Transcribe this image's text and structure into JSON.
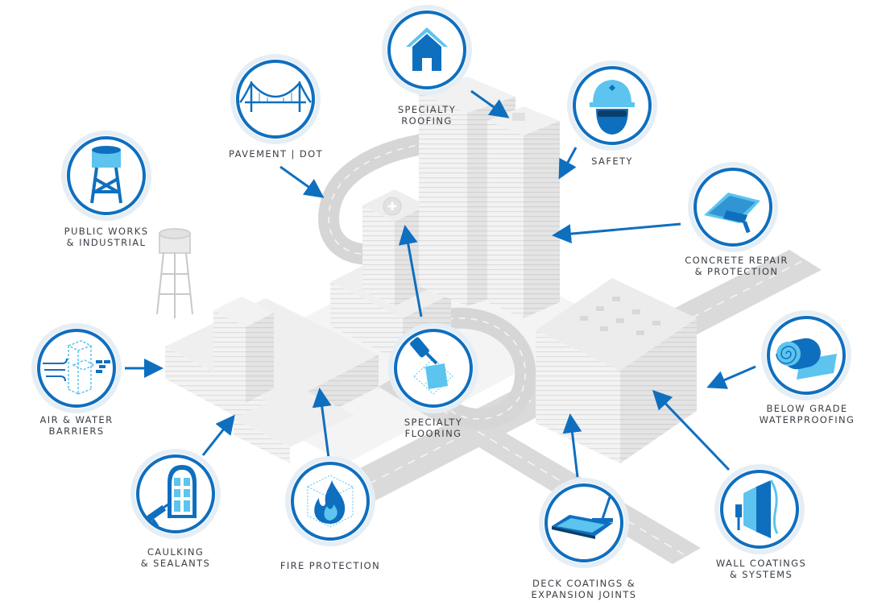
{
  "colors": {
    "accent": "#0f6fbf",
    "light_accent": "#5cc4ee",
    "ring": "#e6eef5",
    "building": "#e9e9e9",
    "road": "#dcdcdc",
    "label": "#3a3f45"
  },
  "categories": [
    {
      "id": "specialty-roofing",
      "icon": "house-icon",
      "lines": [
        "SPECIALTY",
        "ROOFING"
      ]
    },
    {
      "id": "pavement-dot",
      "icon": "bridge-icon",
      "lines": [
        "PAVEMENT | DOT"
      ]
    },
    {
      "id": "safety",
      "icon": "hard-hat-icon",
      "lines": [
        "SAFETY"
      ]
    },
    {
      "id": "public-works",
      "icon": "water-tower-icon",
      "lines": [
        "PUBLIC WORKS",
        "& INDUSTRIAL"
      ]
    },
    {
      "id": "concrete-repair",
      "icon": "trowel-icon",
      "lines": [
        "CONCRETE REPAIR",
        "& PROTECTION"
      ]
    },
    {
      "id": "air-water-barriers",
      "icon": "wind-wall-icon",
      "lines": [
        "AIR & WATER",
        "BARRIERS"
      ]
    },
    {
      "id": "specialty-flooring",
      "icon": "paint-roller-icon",
      "lines": [
        "SPECIALTY",
        "FLOORING"
      ]
    },
    {
      "id": "below-grade",
      "icon": "membrane-roll-icon",
      "lines": [
        "BELOW GRADE",
        "WATERPROOFING"
      ]
    },
    {
      "id": "caulking-sealants",
      "icon": "caulk-gun-icon",
      "lines": [
        "CAULKING",
        "& SEALANTS"
      ]
    },
    {
      "id": "fire-protection",
      "icon": "flame-icon",
      "lines": [
        "FIRE PROTECTION"
      ]
    },
    {
      "id": "deck-coatings",
      "icon": "squeegee-icon",
      "lines": [
        "DECK COATINGS &",
        "EXPANSION JOINTS"
      ]
    },
    {
      "id": "wall-coatings",
      "icon": "wall-roller-icon",
      "lines": [
        "WALL COATINGS",
        "& SYSTEMS"
      ]
    }
  ]
}
